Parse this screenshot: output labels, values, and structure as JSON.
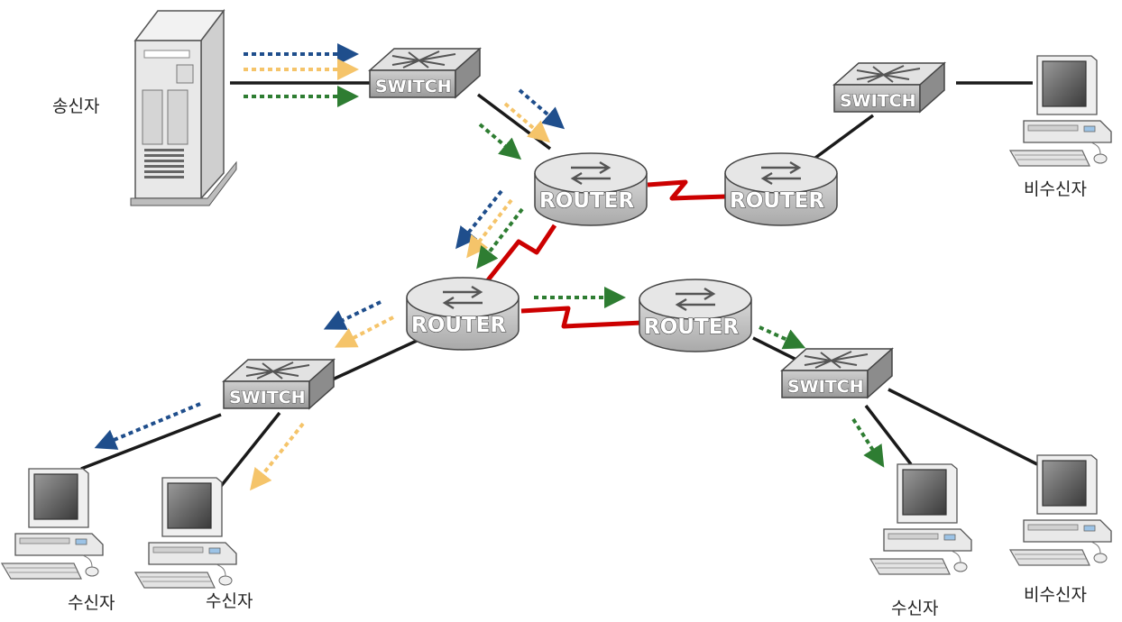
{
  "devices": {
    "router_label": "ROUTER",
    "switch_label": "SWITCH"
  },
  "labels": {
    "sender": "송신자",
    "non_receiver_top": "비수신자",
    "receiver_left": "수신자",
    "receiver_mid": "수신자",
    "receiver_right": "수신자",
    "non_receiver_bottom": "비수신자"
  },
  "colors": {
    "flow_blue": "#1f4e8c",
    "flow_yellow": "#f5c46a",
    "flow_green": "#2e7d32",
    "wan_link": "#cc0000",
    "lan_link": "#1a1a1a"
  },
  "icons": [
    "server-icon",
    "switch-icon",
    "router-icon",
    "desktop-computer-icon"
  ]
}
